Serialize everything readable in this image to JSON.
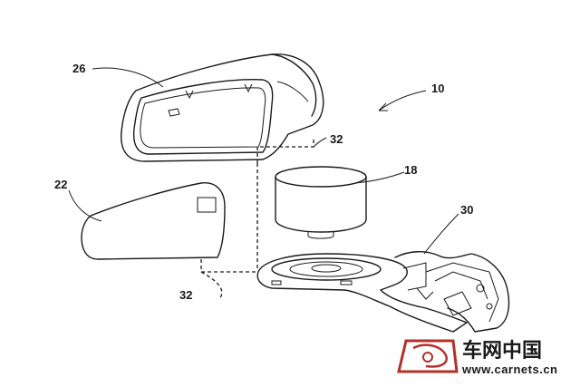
{
  "labels": {
    "assembly": "10",
    "mirror_glass": "22",
    "housing": "26",
    "connector_upper": "32",
    "connector_lower": "32",
    "actuator": "18",
    "base_bracket": "30"
  },
  "watermark": {
    "chinese": "车网中国",
    "url": "www.carnets.cn"
  }
}
